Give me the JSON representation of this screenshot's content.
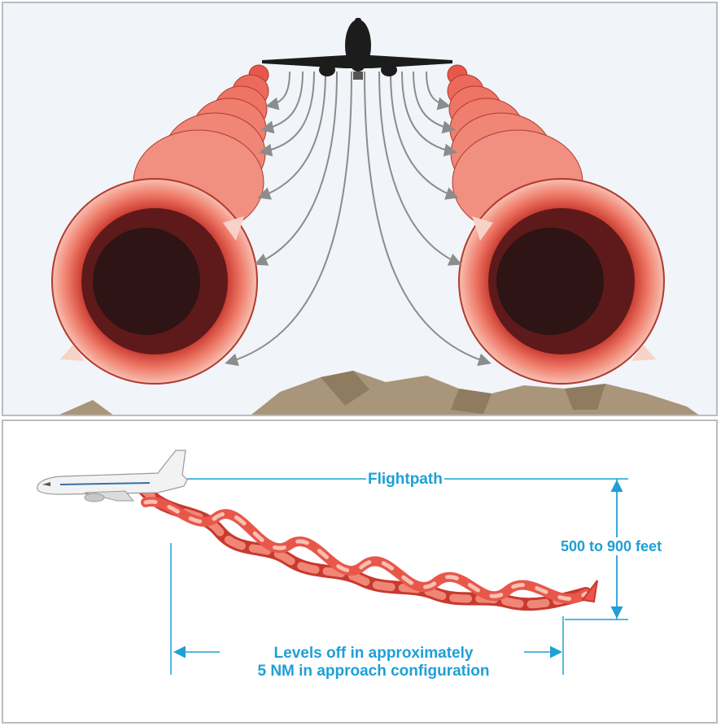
{
  "top_panel": {
    "colors": {
      "background": "#f1f4f8",
      "vortex": "#e8574a",
      "core": "#2e1414",
      "airflow": "#8c8c8c",
      "terrain": "#a8957a",
      "aircraft": "#1c1c1c"
    }
  },
  "bottom_panel": {
    "flightpath_label": "Flightpath",
    "altitude_label": "500 to 900 feet",
    "levels_off_line1": "Levels off in approximately",
    "levels_off_line2": "5 NM in approach configuration",
    "colors": {
      "dimension": "#1f9fd6",
      "vortex": "#e8574a",
      "aircraft": "#f2f2f2"
    }
  }
}
